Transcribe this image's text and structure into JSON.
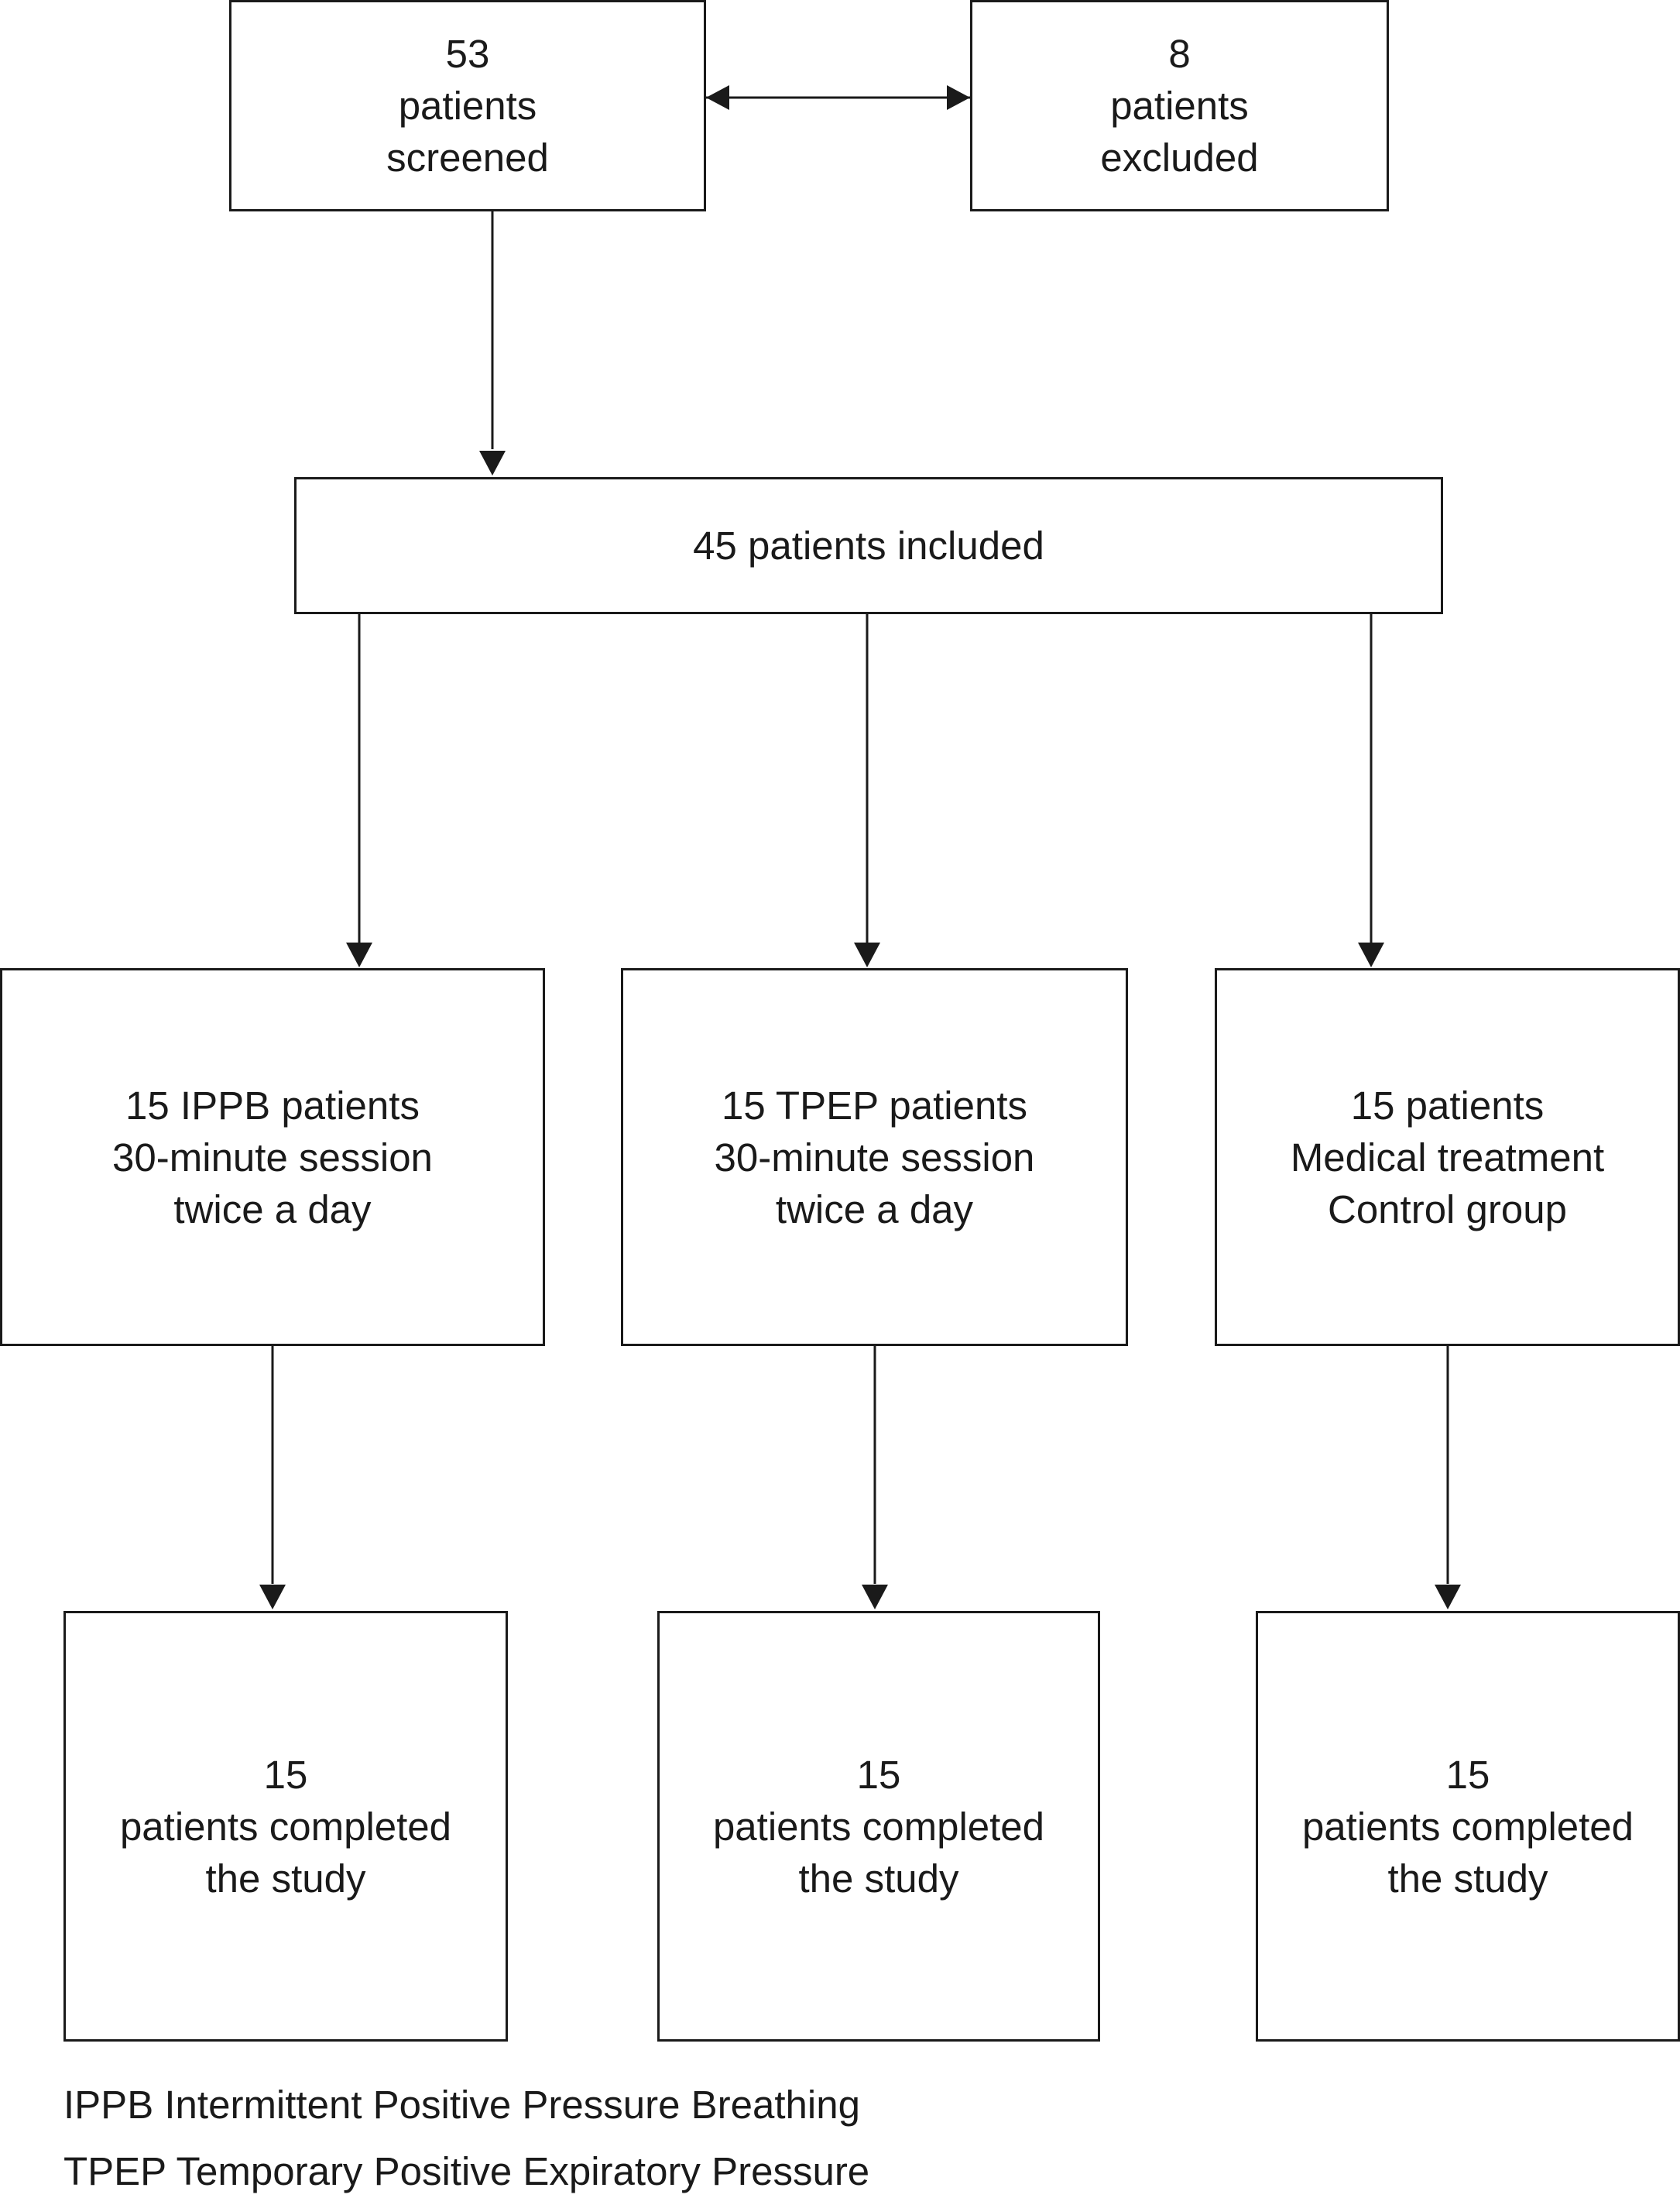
{
  "flowchart": {
    "screened": {
      "count": "53",
      "line1": "patients",
      "line2": "screened"
    },
    "excluded": {
      "count": "8",
      "line1": "patients",
      "line2": "excluded"
    },
    "included": {
      "label": "45 patients included"
    },
    "groups": [
      {
        "line1": "15 IPPB patients",
        "line2": "30-minute session",
        "line3": "twice a day"
      },
      {
        "line1": "15 TPEP patients",
        "line2": "30-minute session",
        "line3": "twice a day"
      },
      {
        "line1": "15 patients",
        "line2": "Medical treatment",
        "line3": "Control group"
      }
    ],
    "completed": [
      {
        "count": "15",
        "line1": "patients completed",
        "line2": "the study"
      },
      {
        "count": "15",
        "line1": "patients completed",
        "line2": "the study"
      },
      {
        "count": "15",
        "line1": "patients completed",
        "line2": "the study"
      }
    ]
  },
  "legend": [
    "IPPB Intermittent Positive Pressure Breathing",
    "TPEP Temporary Positive Expiratory Pressure"
  ]
}
